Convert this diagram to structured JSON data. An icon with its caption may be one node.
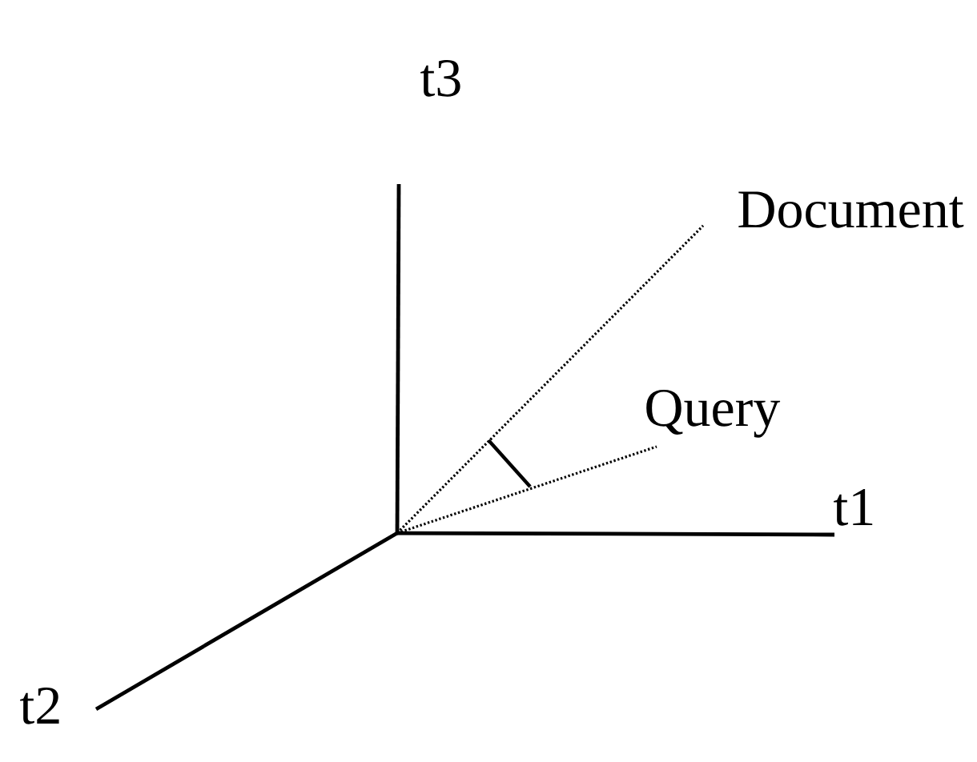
{
  "diagram": {
    "labels": [
      "t3",
      "Document",
      "Query",
      "t1",
      "t2"
    ]
  }
}
